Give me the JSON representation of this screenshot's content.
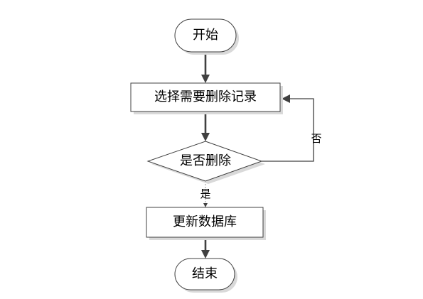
{
  "diagram": {
    "type": "flowchart",
    "nodes": [
      {
        "id": "start",
        "shape": "terminator",
        "label": "开始"
      },
      {
        "id": "select",
        "shape": "process",
        "label": "选择需要删除记录"
      },
      {
        "id": "decide",
        "shape": "decision",
        "label": "是否删除"
      },
      {
        "id": "update",
        "shape": "process",
        "label": "更新数据库"
      },
      {
        "id": "end",
        "shape": "terminator",
        "label": "结束"
      }
    ],
    "edges": [
      {
        "from": "start",
        "to": "select",
        "label": ""
      },
      {
        "from": "select",
        "to": "decide",
        "label": ""
      },
      {
        "from": "decide",
        "to": "update",
        "label": "是"
      },
      {
        "from": "decide",
        "to": "select",
        "label": "否"
      },
      {
        "from": "update",
        "to": "end",
        "label": ""
      }
    ]
  },
  "colors": {
    "stroke": "#404040",
    "fill": "#ffffff",
    "text": "#000000"
  }
}
